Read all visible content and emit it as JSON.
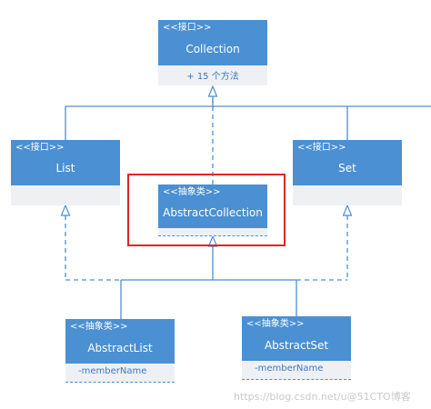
{
  "diagram": {
    "collection": {
      "stereotype": "<<接口>>",
      "name": "Collection",
      "methods": "+ 15 个方法"
    },
    "list": {
      "stereotype": "<<接口>>",
      "name": "List"
    },
    "set": {
      "stereotype": "<<接口>>",
      "name": "Set"
    },
    "abstract_collection": {
      "stereotype": "<<抽象类>>",
      "name": "AbstractCollection"
    },
    "abstract_list": {
      "stereotype": "<<抽象类>>",
      "name": "AbstractList",
      "member": "-memberName"
    },
    "abstract_set": {
      "stereotype": "<<抽象类>>",
      "name": "AbstractSet",
      "member": "-memberName"
    }
  },
  "colors": {
    "box_header": "#4a90d2",
    "box_footer": "#eef0f3",
    "connector": "#4a90d2",
    "highlight": "#e02424"
  },
  "watermark": "https://blog.csdn.net/u@51CTO博客"
}
